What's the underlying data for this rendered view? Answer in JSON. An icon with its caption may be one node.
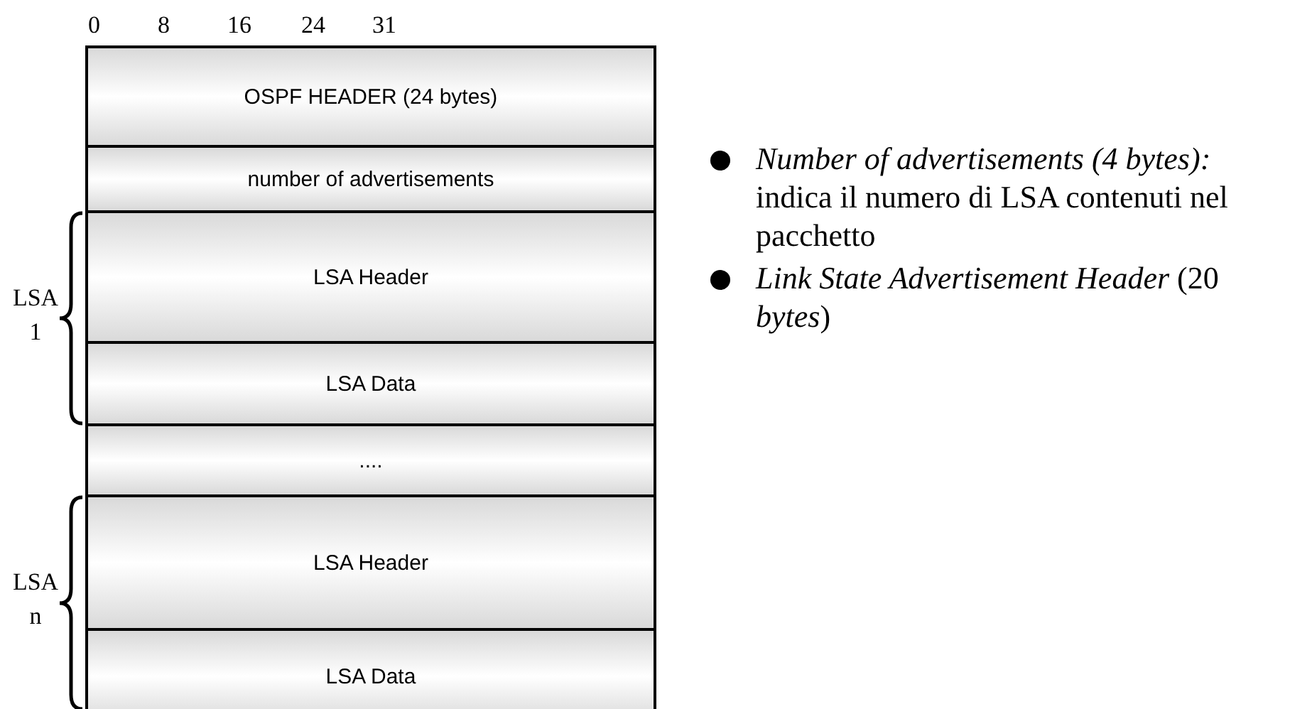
{
  "diagram": {
    "nodes": [
      {
        "text": [
          "OSPF HEADER (24 bytes)"
        ]
      },
      {
        "text": [
          "number of advertisements"
        ]
      },
      {
        "text": [
          "LSA Header"
        ]
      },
      {
        "text": [
          "LSA Data"
        ]
      },
      {
        "text": [
          "...."
        ]
      },
      {
        "text": [
          "LSA Header"
        ]
      },
      {
        "text": [
          "LSA Data"
        ]
      }
    ],
    "edges": [],
    "labels": [
      "0",
      "8",
      "16",
      "24",
      "31",
      "LSA 1",
      "LSA n",
      "*Number of advertisements (4 bytes):* indica il numero di LSA contenuti nel pacchetto",
      "*Link State Advertisement Header* (20 *bytes*)"
    ]
  }
}
